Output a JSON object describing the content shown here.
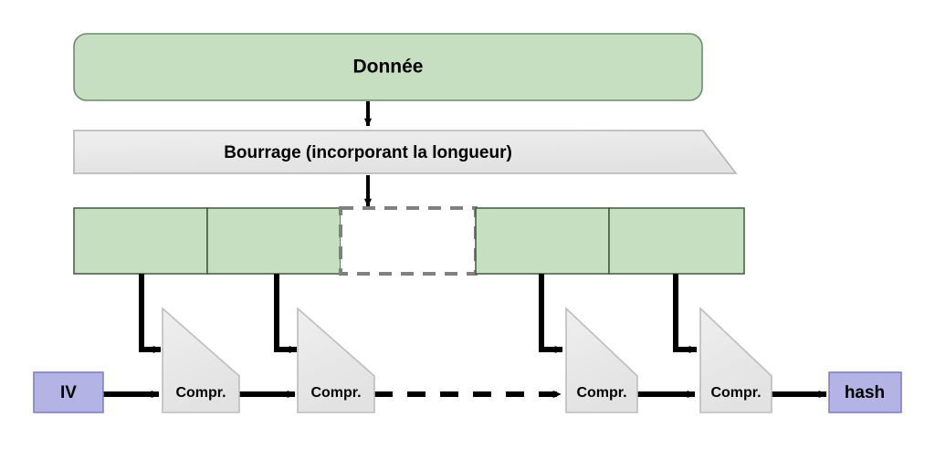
{
  "diagram": {
    "title_text": "Donnée",
    "padding_text": "Bourrage (incorporant la longueur)",
    "iv_label": "IV",
    "hash_label": "hash",
    "compression_label": "Compr.",
    "compressors": [
      {
        "label": "Compr."
      },
      {
        "label": "Compr."
      },
      {
        "label": "Compr."
      },
      {
        "label": "Compr."
      }
    ],
    "message_blocks": [
      {
        "state": "filled"
      },
      {
        "state": "filled"
      },
      {
        "state": "elided"
      },
      {
        "state": "filled"
      },
      {
        "state": "filled"
      }
    ],
    "colors": {
      "green_fill": "#c5dfc0",
      "green_stroke": "#6e8b6b",
      "gray_fill": "#e6e6e6",
      "gray_stroke": "#b3b3b3",
      "purple_fill": "#b3b3e6",
      "purple_stroke": "#8080c0",
      "line": "#000000",
      "dashed_gray": "#808080",
      "background": "#ffffff"
    }
  }
}
